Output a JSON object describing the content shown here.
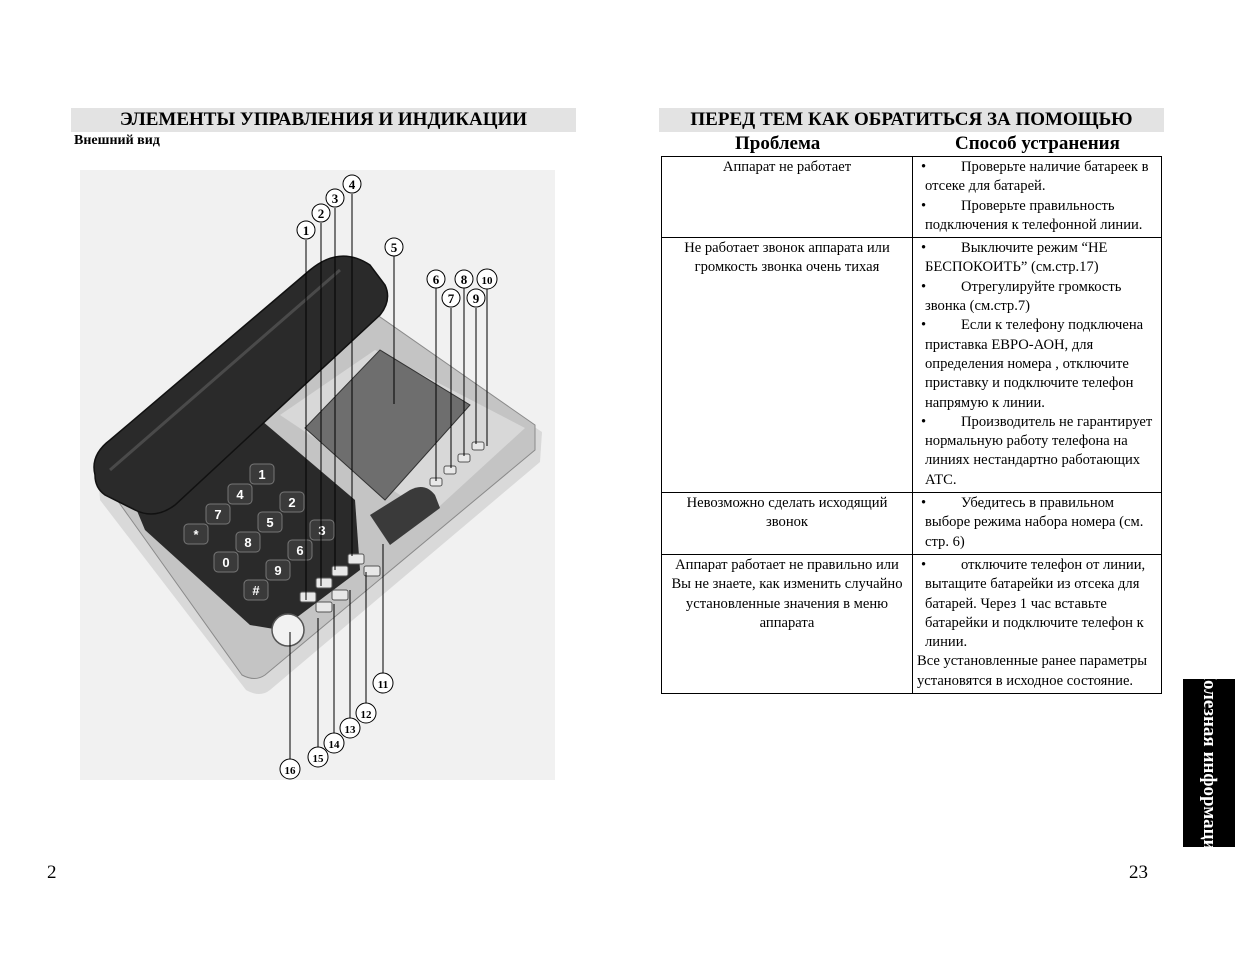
{
  "left_page": {
    "heading": "ЭЛЕМЕНТЫ УПРАВЛЕНИЯ И ИНДИКАЦИИ",
    "subtitle": "Внешний вид",
    "keypad": [
      "1",
      "2",
      "3",
      "4",
      "5",
      "6",
      "7",
      "8",
      "9",
      "*",
      "0",
      "#"
    ],
    "callouts": [
      "1",
      "2",
      "3",
      "4",
      "5",
      "6",
      "7",
      "8",
      "9",
      "10",
      "11",
      "12",
      "13",
      "14",
      "15",
      "16"
    ],
    "page_number": "2"
  },
  "right_page": {
    "heading": "ПЕРЕД ТЕМ КАК ОБРАТИТЬСЯ ЗА ПОМОЩЬЮ",
    "col_problem": "Проблема",
    "col_solution": "Способ устранения",
    "rows": [
      {
        "problem": "Аппарат не работает",
        "solutions": [
          "Проверьте наличие батареек в отсеке для батарей.",
          "Проверьте правильность подключения к телефонной линии."
        ]
      },
      {
        "problem": "Не работает звонок аппарата или громкость звонка очень тихая",
        "solutions": [
          "Выключите режим “НЕ БЕСПОКОИТЬ” (см.стр.17)",
          "Отрегулируйте громкость звонка (см.стр.7)",
          "Если к телефону подключена приставка ЕВРО-АОН, для определения номера , отключите приставку и подключите телефон напрямую к линии.",
          "Производитель не гарантирует нормальную работу телефона на линиях нестандартно работающих АТС."
        ]
      },
      {
        "problem": "Невозможно сделать исходящий звонок",
        "solutions": [
          "Убедитесь в правильном выборе режима набора номера (см. стр. 6)"
        ]
      },
      {
        "problem": "Аппарат работает не правильно или Вы не знаете, как изменить случайно установленные значения в меню аппарата",
        "solutions": [
          "отключите телефон от линии, вытащите батарейки из отсека для батарей. Через 1 час вставьте батарейки и подключите телефон к линии."
        ],
        "note": "Все установленные ранее параметры установятся в исходное состояние."
      }
    ],
    "side_tab": "Полезная информация",
    "page_number": "23"
  },
  "colors": {
    "heading_bg": "#e3e3e3",
    "tab_bg": "#000000",
    "phone_body": "#2a2a2a",
    "phone_panel": "#c9c9c9"
  }
}
